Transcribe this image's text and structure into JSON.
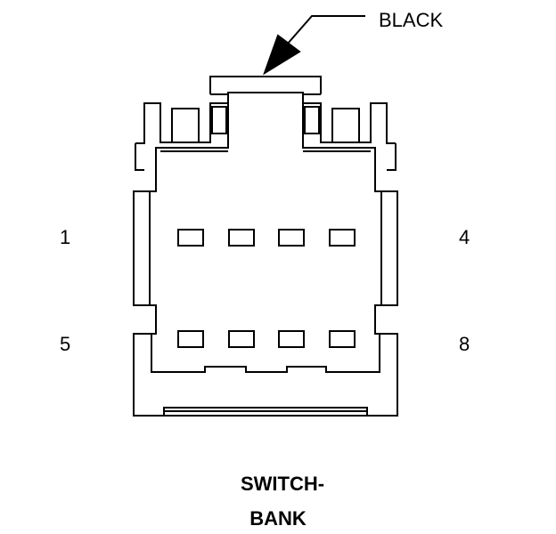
{
  "connector": {
    "color_label": "BLACK",
    "pin_labels": {
      "top_left": "1",
      "top_right": "4",
      "bottom_left": "5",
      "bottom_right": "8"
    },
    "caption": {
      "line1": "SWITCH-",
      "line2": "BANK"
    },
    "stroke_color": "#000000",
    "background_color": "#ffffff"
  }
}
